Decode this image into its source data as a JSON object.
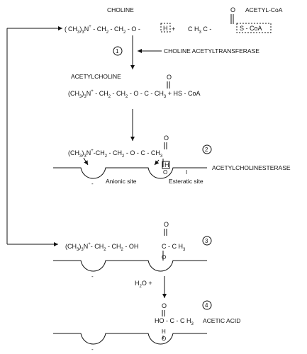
{
  "labels": {
    "choline": "CHOLINE",
    "acetyl_coa": "ACETYL-CoA",
    "choline_acetyltransferase": "CHOLINE ACETYLTRANSFERASE",
    "acetylcholine": "ACETYLCHOLINE",
    "acetylcholinesterase": "ACETYLCHOLINESTERASE",
    "anionic_site": "Anionic site",
    "esteratic_site": "Esteratic site",
    "acetic_acid": "ACETIC ACID"
  },
  "steps": {
    "s1": "1",
    "s2": "2",
    "s3": "3",
    "s4": "4"
  },
  "formulas": {
    "ch3": "CH",
    "three": "3",
    "n_plus": "N",
    "plus": "+",
    "o": "O",
    "c": "C",
    "h": "H",
    "s_coa": "S - CoA",
    "hs_coa": "HS - CoA",
    "ch2": "CH",
    "two": "2",
    "oh": "OH",
    "ho": "HO",
    "water": "H",
    "water_o": "O",
    "minus": "-",
    "i": "I",
    "equals": "="
  },
  "colors": {
    "ink": "#111111",
    "paper": "#ffffff"
  }
}
